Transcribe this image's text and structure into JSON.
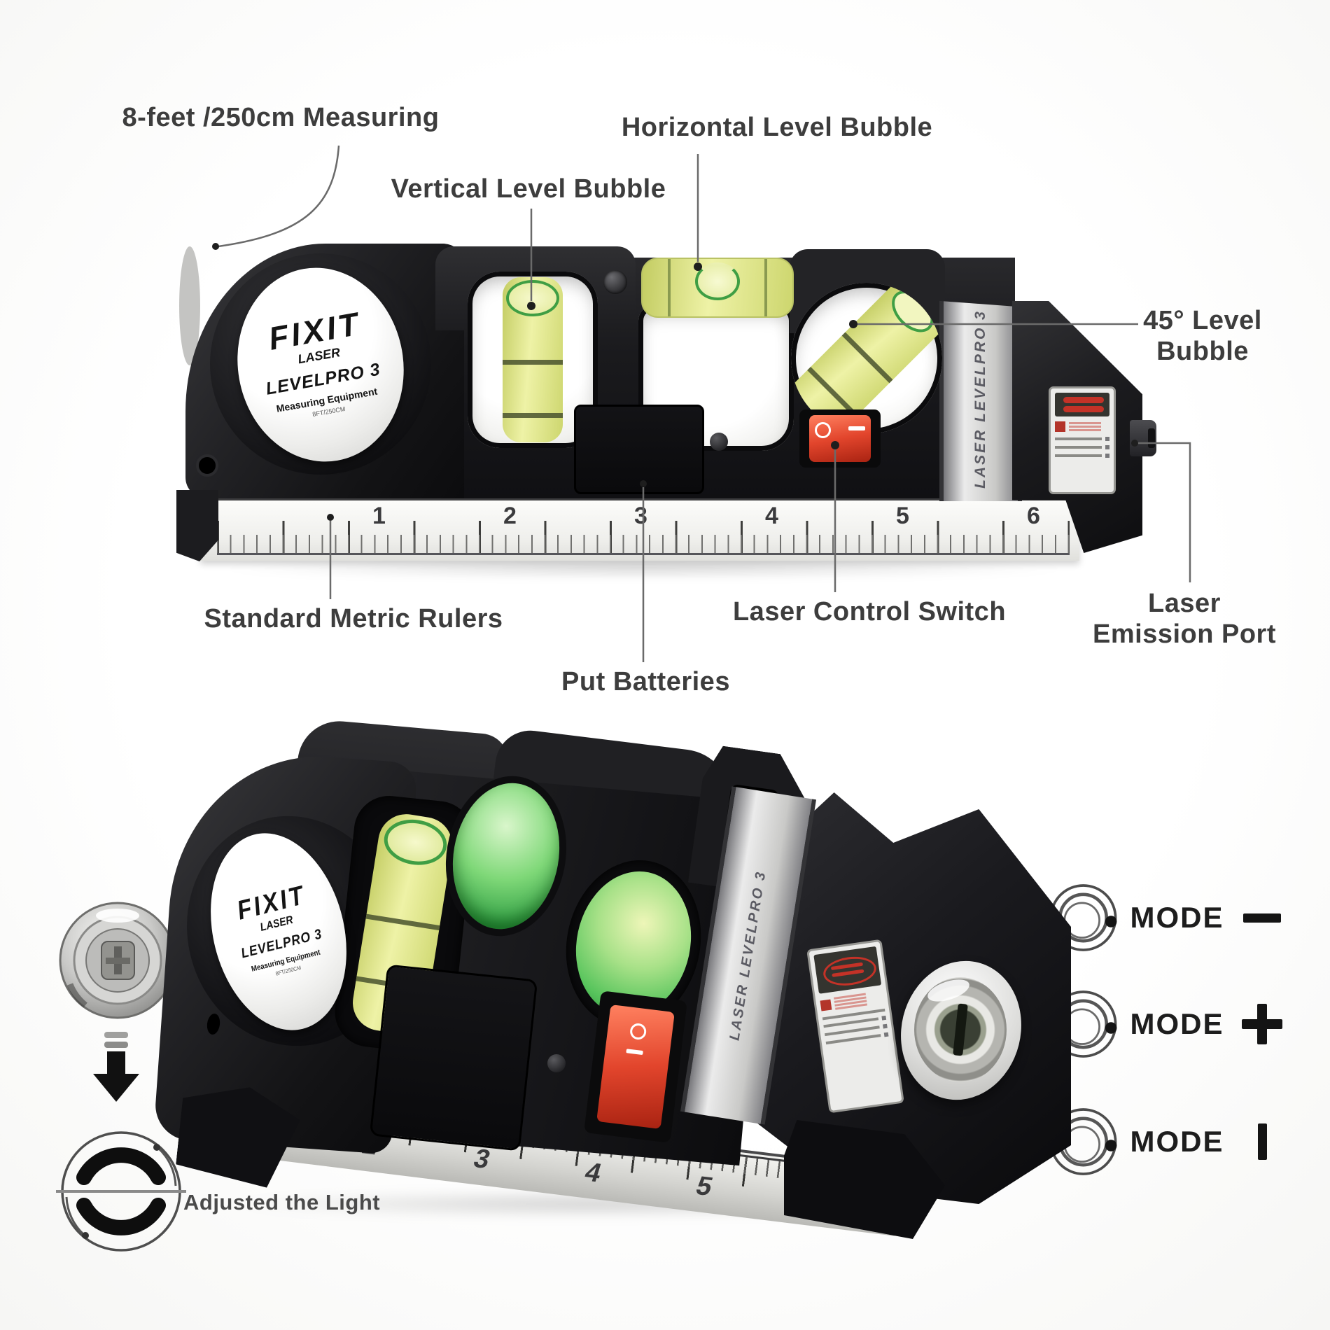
{
  "title": "FIXIT Laser LevelPro 3 annotated product diagram",
  "colors": {
    "label_text": "#3d3d3d",
    "callout_line": "#6a6a6a",
    "switch_red": "#e2452c",
    "vial_yellow": "#e3ea96",
    "vial_green": "#6fcf6f",
    "body_black": "#1a1a1d",
    "silver": "#d9d9d7"
  },
  "product": {
    "brand": "FIXIT",
    "brand_sub": "LASER",
    "model": "LEVELPRO 3",
    "model_tag": "Measuring Equipment",
    "capacity": "8FT/250CM",
    "side_band": "LASER LEVELPRO 3"
  },
  "ruler": {
    "numbers": [
      "1",
      "2",
      "3",
      "4",
      "5",
      "6"
    ]
  },
  "callouts": {
    "measuring": "8-feet /250cm Measuring",
    "vertical_bubble": "Vertical Level Bubble",
    "horizontal_bubble": "Horizontal Level Bubble",
    "bubble_45_line1": "45° Level",
    "bubble_45_line2": "Bubble",
    "metric_rulers": "Standard Metric Rulers",
    "put_batteries": "Put Batteries",
    "laser_switch": "Laser Control Switch",
    "emission_line1": "Laser",
    "emission_line2": "Emission Port",
    "adjusted_light": "Adjusted the Light"
  },
  "modes": [
    {
      "label": "MODE",
      "symbol": "—",
      "symbol_name": "minus"
    },
    {
      "label": "MODE",
      "symbol": "+",
      "symbol_name": "plus"
    },
    {
      "label": "MODE",
      "symbol": "|",
      "symbol_name": "line"
    }
  ]
}
